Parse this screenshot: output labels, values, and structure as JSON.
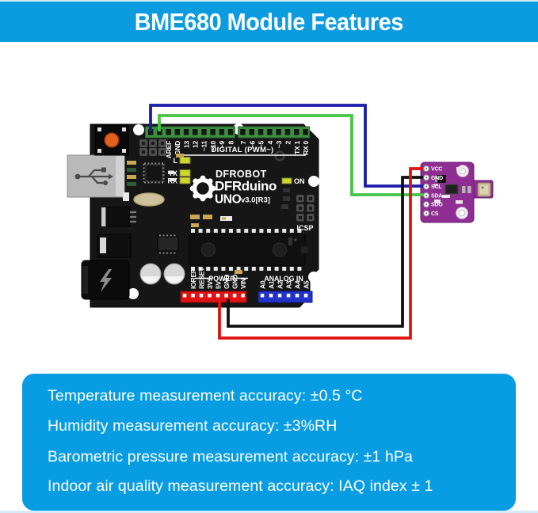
{
  "header": {
    "title": "BME680 Module Features"
  },
  "colors": {
    "banner_blue": "#0b9bdf",
    "panel_blue": "#089de3",
    "board_black": "#161616",
    "module_purple": "#8e2e93",
    "digital_header_green": "#3e8e41",
    "power_header_red": "#e01212",
    "analog_header_blue": "#2233cc",
    "wire_scl_blue": "#1c1caa",
    "wire_sda_green": "#44c544",
    "wire_vcc_red": "#e11212",
    "wire_gnd_black": "#111111",
    "led_yellow": "#cdd82a",
    "reset_orange": "#e2601b"
  },
  "arduino": {
    "brand": "DFROBOT",
    "model": "DFRduino",
    "uno": "UNO",
    "version": "v3.0[R3]",
    "digital_section_label": "DIGITAL (PWM~)",
    "digital_pins_left": [
      "AREF",
      "GND",
      "13",
      "12",
      "~11",
      "~10",
      "~9",
      "8"
    ],
    "digital_pins_right": [
      "7",
      "~6",
      "~5",
      "4",
      "~3",
      "2",
      "TX 1",
      "RX 0"
    ],
    "power_section_label": "POWER",
    "power_pins": [
      "IOREF",
      "RESET",
      "3V3",
      "5V",
      "GND",
      "GND",
      "VIN"
    ],
    "analog_section_label": "ANALOG IN",
    "analog_pins": [
      "A0",
      "A1",
      "A2",
      "A3",
      "A4",
      "A5"
    ],
    "led_l": "L",
    "led_tx": "TX",
    "led_rx": "RX",
    "led_on": "ON",
    "icsp_label": "ICSP"
  },
  "module": {
    "pins": [
      "VCC",
      "GND",
      "SCL",
      "SDA",
      "SDO",
      "CS"
    ]
  },
  "features": {
    "items": [
      "Temperature measurement accuracy: ±0.5 °C",
      "Humidity measurement accuracy: ±3%RH",
      "Barometric pressure measurement accuracy: ±1 hPa",
      "Indoor air quality measurement accuracy: IAQ index ± 1"
    ]
  }
}
